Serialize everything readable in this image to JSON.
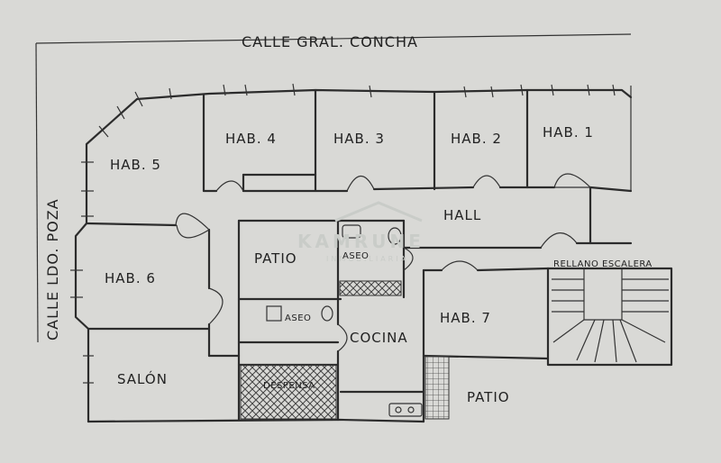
{
  "streets": {
    "top": "CALLE GRAL. CONCHA",
    "left": "CALLE LDO. POZA"
  },
  "rooms": {
    "hab1": "HAB. 1",
    "hab2": "HAB. 2",
    "hab3": "HAB. 3",
    "hab4": "HAB. 4",
    "hab5": "HAB. 5",
    "hab6": "HAB. 6",
    "hab7": "HAB. 7",
    "hall": "HALL",
    "patio_interior": "PATIO",
    "aseo_main": "ASEO",
    "aseo_small": "ASEO",
    "cocina": "COCINA",
    "despensa": "DESPENSA",
    "salon": "SALÓN",
    "patio_exterior": "PATIO",
    "rellano": "RELLANO ESCALERA"
  },
  "watermark": {
    "brand": "KAMRUNE",
    "tagline": "INMOBILIARIA",
    "color": "#c9ccc8"
  },
  "colors": {
    "paper": "#d9d9d6",
    "ink": "#2c2c2c"
  }
}
